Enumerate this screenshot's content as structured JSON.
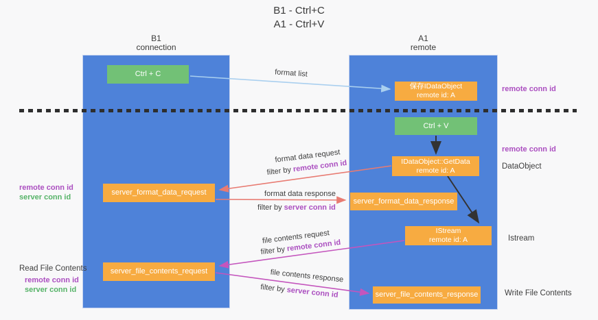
{
  "title": {
    "line1": "B1 - Ctrl+C",
    "line2": "A1 - Ctrl+V"
  },
  "lanes": {
    "left": {
      "name": "B1",
      "role": "connection"
    },
    "right": {
      "name": "A1",
      "role": "remote"
    }
  },
  "nodes": {
    "ctrl_c": {
      "label": "Ctrl + C"
    },
    "ctrl_v": {
      "label": "Ctrl + V"
    },
    "save_idataobject": {
      "line1": "保存IDataObject",
      "line2": "remote id: A"
    },
    "getdata": {
      "line1": "IDataObject::GetData",
      "line2": "remote id: A"
    },
    "istream": {
      "line1": "IStream",
      "line2": "remote id: A"
    },
    "format_request": {
      "label": "server_format_data_request"
    },
    "format_response": {
      "label": "server_format_data_response"
    },
    "file_request": {
      "label": "server_file_contents_request"
    },
    "file_response": {
      "label": "server_file_contents_response"
    }
  },
  "edges": {
    "format_list": "format list",
    "format_data_request": "format data request",
    "format_data_response": "format data response",
    "file_contents_request": "file contents request",
    "file_contents_response": "file contents response",
    "filter_by": "filter by "
  },
  "labels": {
    "remote_conn_id": "remote conn id",
    "server_conn_id": "server conn id",
    "dataobject": "DataObject",
    "istream": "Istream",
    "read_file_contents": "Read File Contents",
    "write_file_contents": "Write File Contents"
  },
  "colors": {
    "lane_blue": "#4e82d9",
    "node_orange": "#f7ab41",
    "node_green": "#72c176",
    "arrow_salmon": "#e87b72",
    "arrow_magenta": "#c455bd",
    "arrow_light_blue": "#a9cfef",
    "arrow_black": "#333333",
    "text_purple": "#ab4fc0",
    "text_green": "#56b368"
  }
}
